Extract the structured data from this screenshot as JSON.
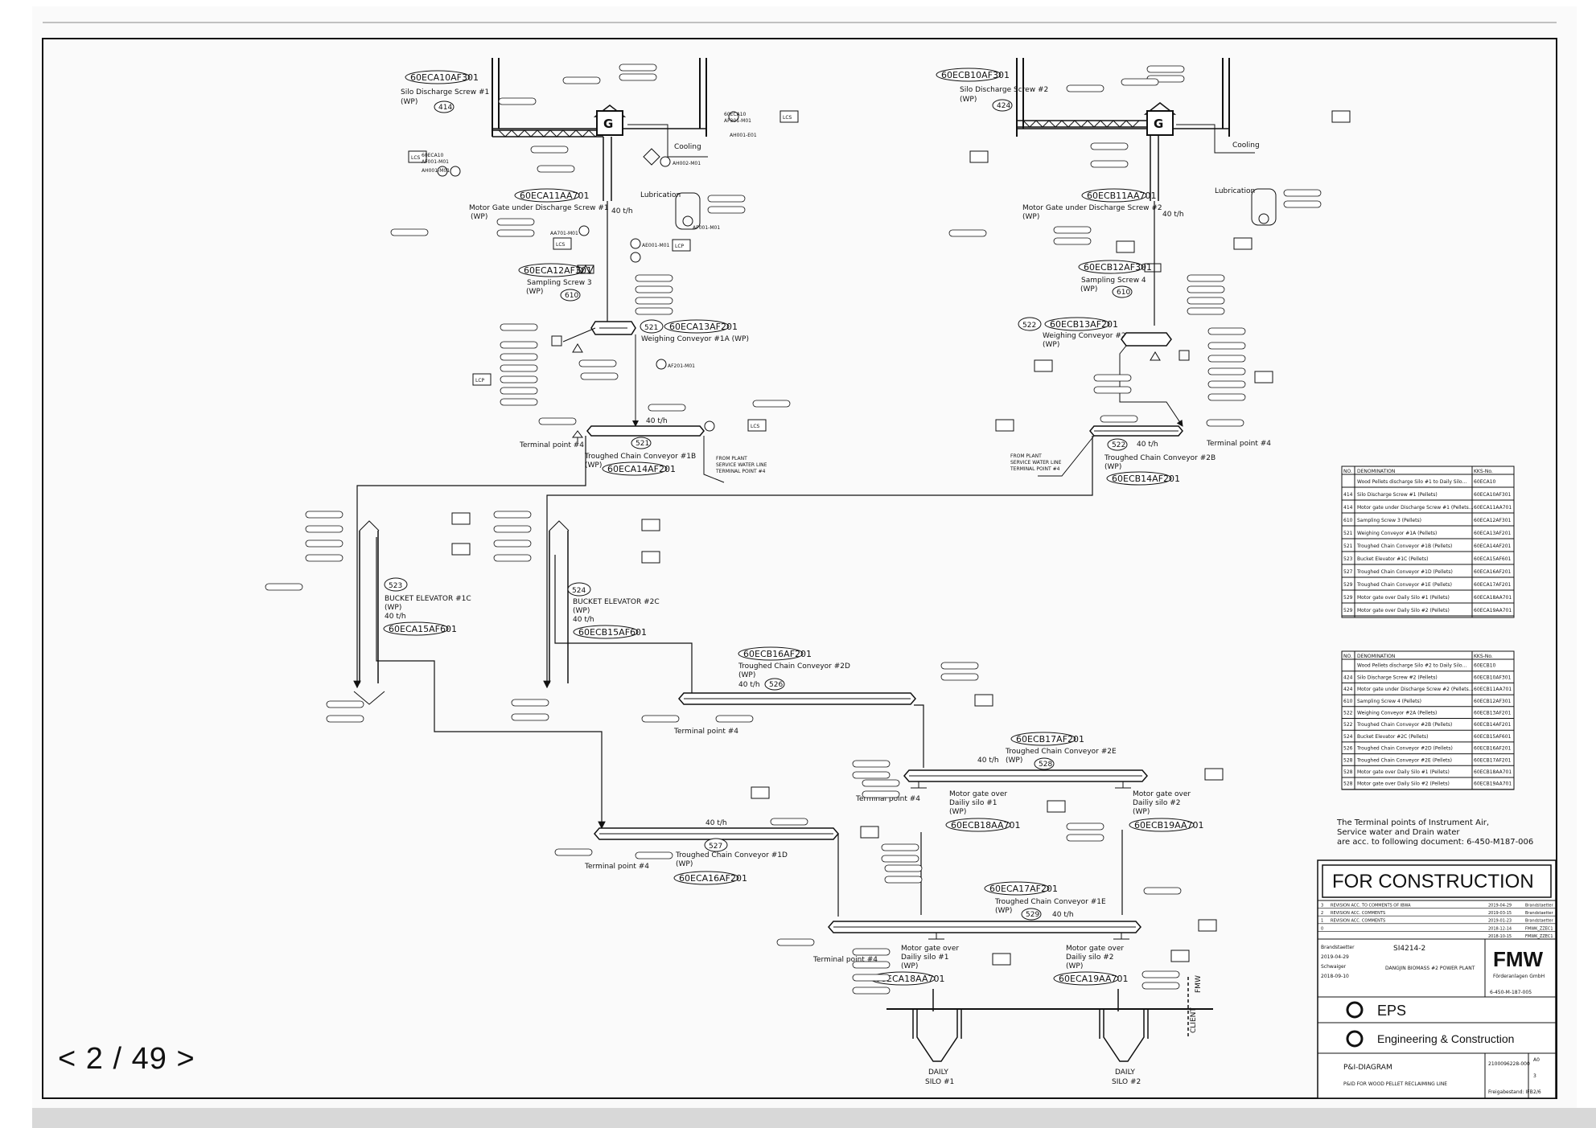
{
  "pager": {
    "prev": "<",
    "current": "2",
    "sep": "/",
    "total": "49",
    "next": ">"
  },
  "line_a": {
    "silo_screw_tag": "60ECA10AF301",
    "silo_screw_label": "Silo Discharge Screw #1",
    "silo_screw_wp": "(WP)",
    "silo_screw_no": "414",
    "cooling": "Cooling",
    "lubrication": "Lubrication",
    "gear": "G",
    "motor_gate_tag": "60ECA11AA701",
    "motor_gate_label": "Motor Gate under Discharge Screw #1",
    "motor_gate_wp": "(WP)",
    "flow": "40 t/h",
    "sampling_tag": "60ECA12AF301",
    "sampling_label": "Sampling Screw 3",
    "sampling_wp": "(WP)",
    "sampling_no": "610",
    "weighing_no": "521",
    "weighing_tag": "60ECA13AF201",
    "weighing_label": "Weighing Conveyor #1A (WP)",
    "troughed_no": "521",
    "troughed_label": "Troughed Chain Conveyor #1B",
    "troughed_wp": "(WP)",
    "troughed_tag": "60ECA14AF201",
    "terminal": "Terminal point #4",
    "from_plant": "FROM PLANT",
    "service_water": "SERVICE WATER LINE",
    "terminal_point": "TERMINAL POINT #4",
    "lcs": "LCS",
    "lcp": "LCP",
    "i1": "60ECA10",
    "i2": "AF301-M01",
    "i3": "AH001-E01",
    "i4": "AH002-M01",
    "i5": "AF001-M01",
    "i6": "AH001-M01",
    "i7": "AA701-M01",
    "i8": "AE001-M01",
    "i9": "AP001-M01",
    "i10": "AF201-M01"
  },
  "line_b": {
    "silo_screw_tag": "60ECB10AF301",
    "silo_screw_label": "Silo Discharge Screw #2",
    "silo_screw_wp": "(WP)",
    "silo_screw_no": "424",
    "cooling": "Cooling",
    "lubrication": "Lubrication",
    "gear": "G",
    "motor_gate_tag": "60ECB11AA701",
    "motor_gate_label": "Motor Gate under Discharge Screw #2",
    "motor_gate_wp": "(WP)",
    "flow": "40 t/h",
    "sampling_tag": "60ECB12AF301",
    "sampling_label": "Sampling Screw 4",
    "sampling_wp": "(WP)",
    "sampling_no": "610",
    "weighing_no": "522",
    "weighing_tag": "60ECB13AF201",
    "weighing_label": "Weighing Conveyor #2A",
    "weighing_wp": "(WP)",
    "troughed_no": "522",
    "troughed_label": "Troughed Chain Conveyor #2B",
    "troughed_wp": "(WP)",
    "troughed_tag": "60ECB14AF201",
    "terminal": "Terminal point #4",
    "from_plant": "FROM PLANT",
    "service_water": "SERVICE WATER LINE",
    "terminal_point": "TERMINAL POINT #4"
  },
  "elevators": {
    "c_no": "523",
    "c_label": "BUCKET ELEVATOR #1C",
    "c_wp": "(WP)",
    "c_flow": "40 t/h",
    "c_tag": "60ECA15AF601",
    "d_no": "524",
    "d_label": "BUCKET ELEVATOR #2C",
    "d_wp": "(WP)",
    "d_flow": "40 t/h",
    "d_tag": "60ECB15AF601"
  },
  "conveyors": {
    "d2_tag": "60ECB16AF201",
    "d2_label": "Troughed Chain Conveyor #2D",
    "d2_wp": "(WP)",
    "d2_flow": "40 t/h",
    "d2_no": "526",
    "e2_tag": "60ECB17AF201",
    "e2_label": "Troughed Chain Conveyor #2E",
    "e2_wp": "(WP)",
    "e2_flow": "40 t/h",
    "e2_no": "528",
    "d1_tag": "60ECA16AF201",
    "d1_label": "Troughed Chain Conveyor #1D",
    "d1_wp": "(WP)",
    "d1_flow": "40 t/h",
    "d1_no": "527",
    "e1_tag": "60ECA17AF201",
    "e1_label": "Troughed Chain Conveyor #1E",
    "e1_wp": "(WP)",
    "e1_flow": "40 t/h",
    "e1_no": "529",
    "terminal": "Terminal point #4"
  },
  "gates": {
    "g1_label1": "Motor gate over",
    "g1_label2": "Dailiy silo #1",
    "g1_wp": "(WP)",
    "g1_tag": "60ECB18AA701",
    "g2_label1": "Motor gate over",
    "g2_label2": "Dailiy silo #2",
    "g2_wp": "(WP)",
    "g2_tag": "60ECB19AA701",
    "g3_label1": "Motor gate over",
    "g3_label2": "Dailiy silo #1",
    "g3_wp": "(WP)",
    "g3_tag": "60ECA18AA701",
    "g4_label1": "Motor gate over",
    "g4_label2": "Dailiy silo #2",
    "g4_wp": "(WP)",
    "g4_tag": "60ECA19AA701",
    "silo1_a": "DAILY",
    "silo1_b": "SILO #1",
    "silo2_a": "DAILY",
    "silo2_b": "SILO #2",
    "client": "CLIENT",
    "fmw": "FMW"
  },
  "table_a": {
    "h_no": "NO.",
    "h_den": "DENOMINATION",
    "h_kks": "KKS-No.",
    "rows": [
      [
        "",
        "Wood Pellets discharge Silo #1 to Daily Silo #1 and #2",
        "60ECA10"
      ],
      [
        "414",
        "Silo Discharge Screw #1 (Pellets)",
        "60ECA10AF301"
      ],
      [
        "414",
        "Motor gate under Discharge Screw #1 (Pellets)",
        "60ECA11AA701"
      ],
      [
        "610",
        "Sampling Screw 3 (Pellets)",
        "60ECA12AF301"
      ],
      [
        "521",
        "Weighing Conveyor #1A (Pellets)",
        "60ECA13AF201"
      ],
      [
        "521",
        "Troughed Chain Conveyor #1B (Pellets)",
        "60ECA14AF201"
      ],
      [
        "523",
        "Bucket Elevator #1C (Pellets)",
        "60ECA15AF601"
      ],
      [
        "527",
        "Troughed Chain Conveyor #1D (Pellets)",
        "60ECA16AF201"
      ],
      [
        "529",
        "Troughed Chain Conveyor #1E (Pellets)",
        "60ECA17AF201"
      ],
      [
        "529",
        "Motor gate over Daily Silo #1 (Pellets)",
        "60ECA18AA701"
      ],
      [
        "529",
        "Motor gate over Daily Silo #2 (Pellets)",
        "60ECA19AA701"
      ]
    ]
  },
  "table_b": {
    "h_no": "NO.",
    "h_den": "DENOMINATION",
    "h_kks": "KKS-No.",
    "rows": [
      [
        "",
        "Wood Pellets discharge Silo #2 to Daily Silo #1 and #2",
        "60ECB10"
      ],
      [
        "424",
        "Silo Discharge Screw #2 (Pellets)",
        "60ECB10AF301"
      ],
      [
        "424",
        "Motor gate under Discharge Screw #2 (Pellets)",
        "60ECB11AA701"
      ],
      [
        "610",
        "Sampling Screw 4 (Pellets)",
        "60ECB12AF301"
      ],
      [
        "522",
        "Weighing Conveyor #2A (Pellets)",
        "60ECB13AF201"
      ],
      [
        "522",
        "Troughed Chain Conveyor #2B (Pellets)",
        "60ECB14AF201"
      ],
      [
        "524",
        "Bucket Elevator #2C (Pellets)",
        "60ECB15AF601"
      ],
      [
        "526",
        "Troughed Chain Conveyor #2D (Pellets)",
        "60ECB16AF201"
      ],
      [
        "528",
        "Troughed Chain Conveyor #2E (Pellets)",
        "60ECB17AF201"
      ],
      [
        "528",
        "Motor gate over Daily Silo #1 (Pellets)",
        "60ECB18AA701"
      ],
      [
        "528",
        "Motor gate over Daily Silo #2 (Pellets)",
        "60ECB19AA701"
      ]
    ]
  },
  "note": {
    "line1": "The Terminal points of Instrument Air,",
    "line2": "Service water and Drain water",
    "line3": "are acc. to following document: 6-450-M187-006"
  },
  "title_block": {
    "stamp": "FOR CONSTRUCTION",
    "rev_rows": [
      [
        "3",
        "REVISION ACC. TO COMMENTS OF IBWA",
        "2019-04-29",
        "Brandstaetter"
      ],
      [
        "2",
        "REVISION ACC. COMMENTS",
        "2019-03-15",
        "Brandstaetter"
      ],
      [
        "1",
        "REVISION ACC. COMMENTS",
        "2019-01-23",
        "Brandstaetter"
      ],
      [
        "0",
        "",
        "2018-12-14",
        "FMWK_ZZEC1"
      ],
      [
        "",
        "",
        "2018-10-15",
        "FMWK_ZZEC1"
      ]
    ],
    "drawn": "Brandstaetter",
    "date1": "2019-04-29",
    "designer": "Schwaiger",
    "date2": "2018-09-10",
    "project_no": "SI4214-2",
    "project_name": "DANGJIN BIOMASS #2 POWER PLANT",
    "fmw_logo": "FMW",
    "fmw_sub": "Förderanlagen GmbH",
    "client_doc": "6-450-M-187-005",
    "eps_logo": "EPS",
    "ec_logo": "Engineering & Construction",
    "title1": "P&I-DIAGRAM",
    "title2": "P&ID FOR WOOD PELLET RECLAIMING LINE",
    "doc_no": "2100096228-000",
    "size": "A0",
    "rev": "3",
    "sheet": "2/6",
    "status": "Freigabestand: IFB"
  }
}
